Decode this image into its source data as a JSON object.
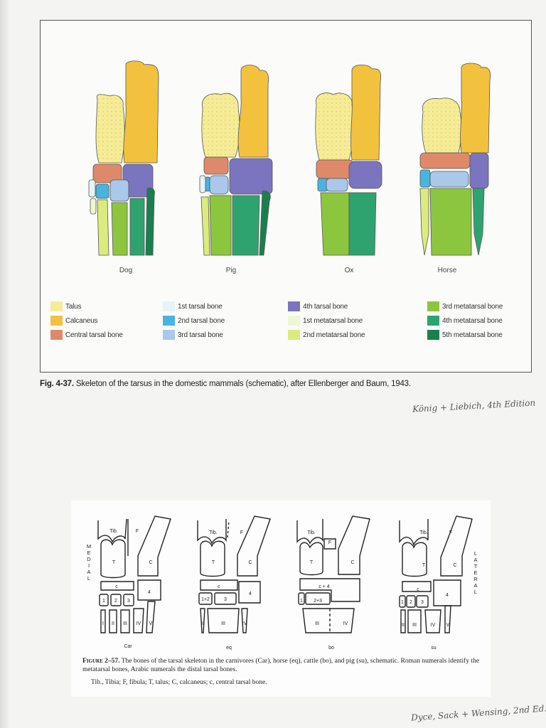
{
  "top_figure": {
    "species": [
      "Dog",
      "Pig",
      "Ox",
      "Horse"
    ],
    "legend": [
      {
        "label": "Talus",
        "color": "#f6ec96"
      },
      {
        "label": "Calcaneus",
        "color": "#f2c23f"
      },
      {
        "label": "Central tarsal bone",
        "color": "#de8a6a"
      },
      {
        "label": "1st tarsal bone",
        "color": "#e6f3f7"
      },
      {
        "label": "2nd tarsal bone",
        "color": "#4bb3e0"
      },
      {
        "label": "3rd tarsal bone",
        "color": "#a9c8ea"
      },
      {
        "label": "4th tarsal bone",
        "color": "#7b74be"
      },
      {
        "label": "1st metatarsal bone",
        "color": "#eef6d2"
      },
      {
        "label": "2nd metatarsal bone",
        "color": "#dcec7c"
      },
      {
        "label": "3rd metatarsal bone",
        "color": "#8cc63e"
      },
      {
        "label": "4th metatarsal bone",
        "color": "#2fa36f"
      },
      {
        "label": "5th metatarsal bone",
        "color": "#1a7f4f"
      }
    ],
    "caption_label": "Fig. 4-37.",
    "caption_text": " Skeleton of the tarsus in the domestic mammals (schematic), after Ellenberger and Baum, 1943."
  },
  "handwritten_note_1": "König + Liebich, 4th Edition",
  "handwritten_note_2": "Dyce, Sack + Wensing, 2nd Ed.",
  "bottom_figure": {
    "species_codes": [
      "Car",
      "eq",
      "bo",
      "su"
    ],
    "labels": {
      "tib": "Tib.",
      "f": "F",
      "t": "T",
      "c_upper": "C",
      "c_lower": "c",
      "four": "4",
      "one": "1",
      "two": "2",
      "three": "3",
      "one_two": "1+2",
      "two_three": "2+3",
      "c_plus_4": "c + 4",
      "I": "I",
      "II": "II",
      "III": "III",
      "IV": "IV",
      "V": "V"
    },
    "medial": "MEDIAL",
    "lateral": "LATERAL",
    "caption_label": "Figure 2–57.",
    "caption_text": " The bones of the tarsal skeleton in the carnivores (Car), horse (eq), cattle (bo), and pig (su), schematic. Roman numerals identify the metatarsal bones, Arabic numerals the distal tarsal bones.",
    "abbreviations": "Tib., Tibia; F, fibula; T, talus; C, calcaneus; c, central tarsal bone."
  }
}
